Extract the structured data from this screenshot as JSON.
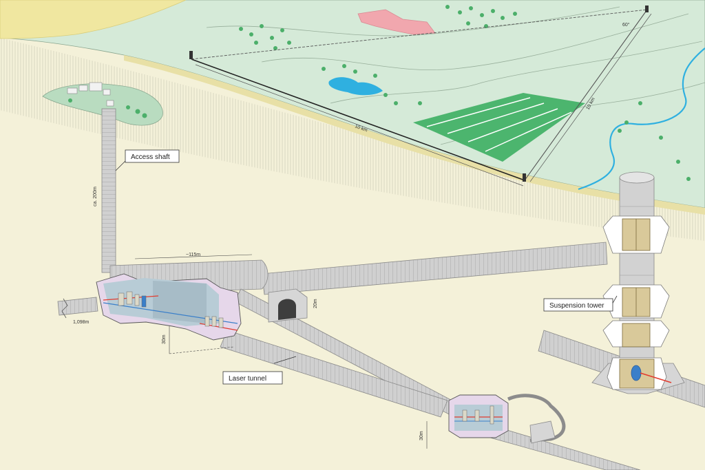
{
  "labels": {
    "access_shaft": "Access shaft",
    "suspension_tower": "Suspension tower",
    "laser_tunnel": "Laser tunnel"
  },
  "dimensions": {
    "arm_length_a": "10 km",
    "arm_length_b": "10 km",
    "angle": "60°",
    "shaft_depth": "ca. 200m",
    "cavern_length": "~115m",
    "cavern_height": "30m",
    "cavern_width": "20m",
    "corner_station_height": "30m",
    "tunnel_offset": "1,098m"
  },
  "colors": {
    "ground": "#f4f1d9",
    "grass": "#d5ead8",
    "sand": "#f0e7a0",
    "field": "#4cb56e",
    "lake": "#2fb0e0",
    "village": "#f1a7ae",
    "tunnel": "#cfcfcf",
    "cavern_floor": "#e6d7ea",
    "cavern_wall": "#b8ccd6",
    "mirror_tank": "#d9c99a",
    "laser": "#e23b2e"
  }
}
